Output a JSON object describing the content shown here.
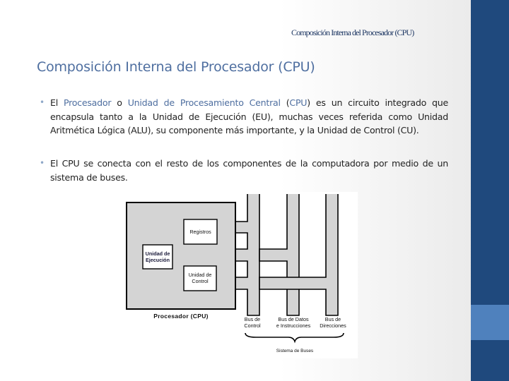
{
  "header": {
    "title": "Composición Interna del Procesador (CPU)"
  },
  "slide": {
    "title": "Composición Interna del Procesador (CPU)",
    "bullets": [
      {
        "pre": "El ",
        "term1": "Procesador",
        "mid1": " o ",
        "term2": "Unidad de Procesamiento Central",
        "mid2": " (",
        "term3": "CPU",
        "rest": ") es un circuito integrado que encapsula tanto a la Unidad de Ejecución (EU), muchas veces referida como Unidad Aritmética Lógica (ALU), su componente más importante, y la Unidad de Control (CU)."
      },
      {
        "text": "El CPU se conecta con el resto de los componentes de la computadora por medio de un sistema de buses."
      }
    ]
  },
  "diagram": {
    "processor_label": "Procesador (CPU)",
    "registros": "Registros",
    "ejecucion_line1": "Unidad de",
    "ejecucion_line2": "Ejecución",
    "control_line1": "Unidad de",
    "control_line2": "Control",
    "bus_control_line1": "Bus de",
    "bus_control_line2": "Control",
    "bus_datos_line1": "Bus de Datos",
    "bus_datos_line2": "e Instrucciones",
    "bus_dir_line1": "Bus de",
    "bus_dir_line2": "Direcciones",
    "system_label": "Sistema de Buses"
  },
  "theme": {
    "sidebar": "#1f497d",
    "sidebar_band": "#4f81bd",
    "title_color": "#4f6fa0"
  }
}
